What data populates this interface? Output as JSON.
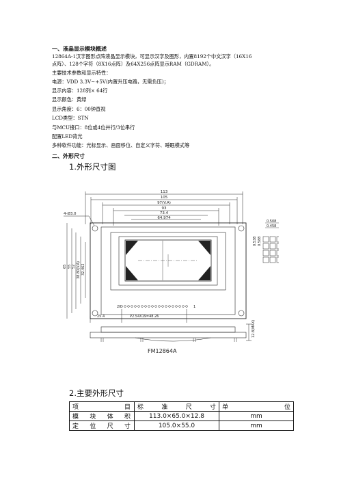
{
  "section1": {
    "heading": "一、液晶显示模块概述",
    "lines": [
      "12864A-1汉字图形点阵液晶显示模块，可显示汉字及图形，内置8192个中文汉字（16X16",
      "点阵）、128个字符（8X16点阵）及64X256点阵显示RAM（GDRAM）。",
      "主要技术参数和显示特性：",
      "电源：VDD 3.3V~+5V(内置升压电路，无需负压)；",
      "显示内容：128列× 64行",
      "显示颜色：黄绿",
      "显示角度：6：00钟直视",
      "LCD类型：STN",
      "与MCU接口：8位或4位并行/3位串行",
      "配置LED背光",
      "多种软件功能：光标显示、画面移位、自定义字符、睡眠模式等"
    ]
  },
  "section2": {
    "heading": "二、外形尺寸",
    "sub1": "1.外形尺寸图",
    "sub2": "2.主要外形尺寸"
  },
  "drawing": {
    "model": "FM12864A",
    "dims_top": [
      "113",
      "105",
      "97(V.A)",
      "93",
      "73.4",
      "64.974"
    ],
    "hole": "4-Ø3.0",
    "dims_left": [
      "65",
      "55",
      "52",
      "38.80(V.A)",
      "32.462"
    ],
    "dims_right": [
      "0.508",
      "0.458",
      "0.538",
      "0.588"
    ],
    "pin_first": "20",
    "pin_last": "1",
    "dim_bottom_left": "25.4",
    "dim_bottom_pitch": "P2.54X19=48.26",
    "dim_height": "12.8(MAX)"
  },
  "table": {
    "header": [
      "项目",
      "标准尺寸",
      "单位"
    ],
    "rows": [
      [
        "模块体积",
        "113.0×65.0×12.8",
        "mm"
      ],
      [
        "定位尺寸",
        "105.0×55.0",
        "mm"
      ]
    ]
  }
}
